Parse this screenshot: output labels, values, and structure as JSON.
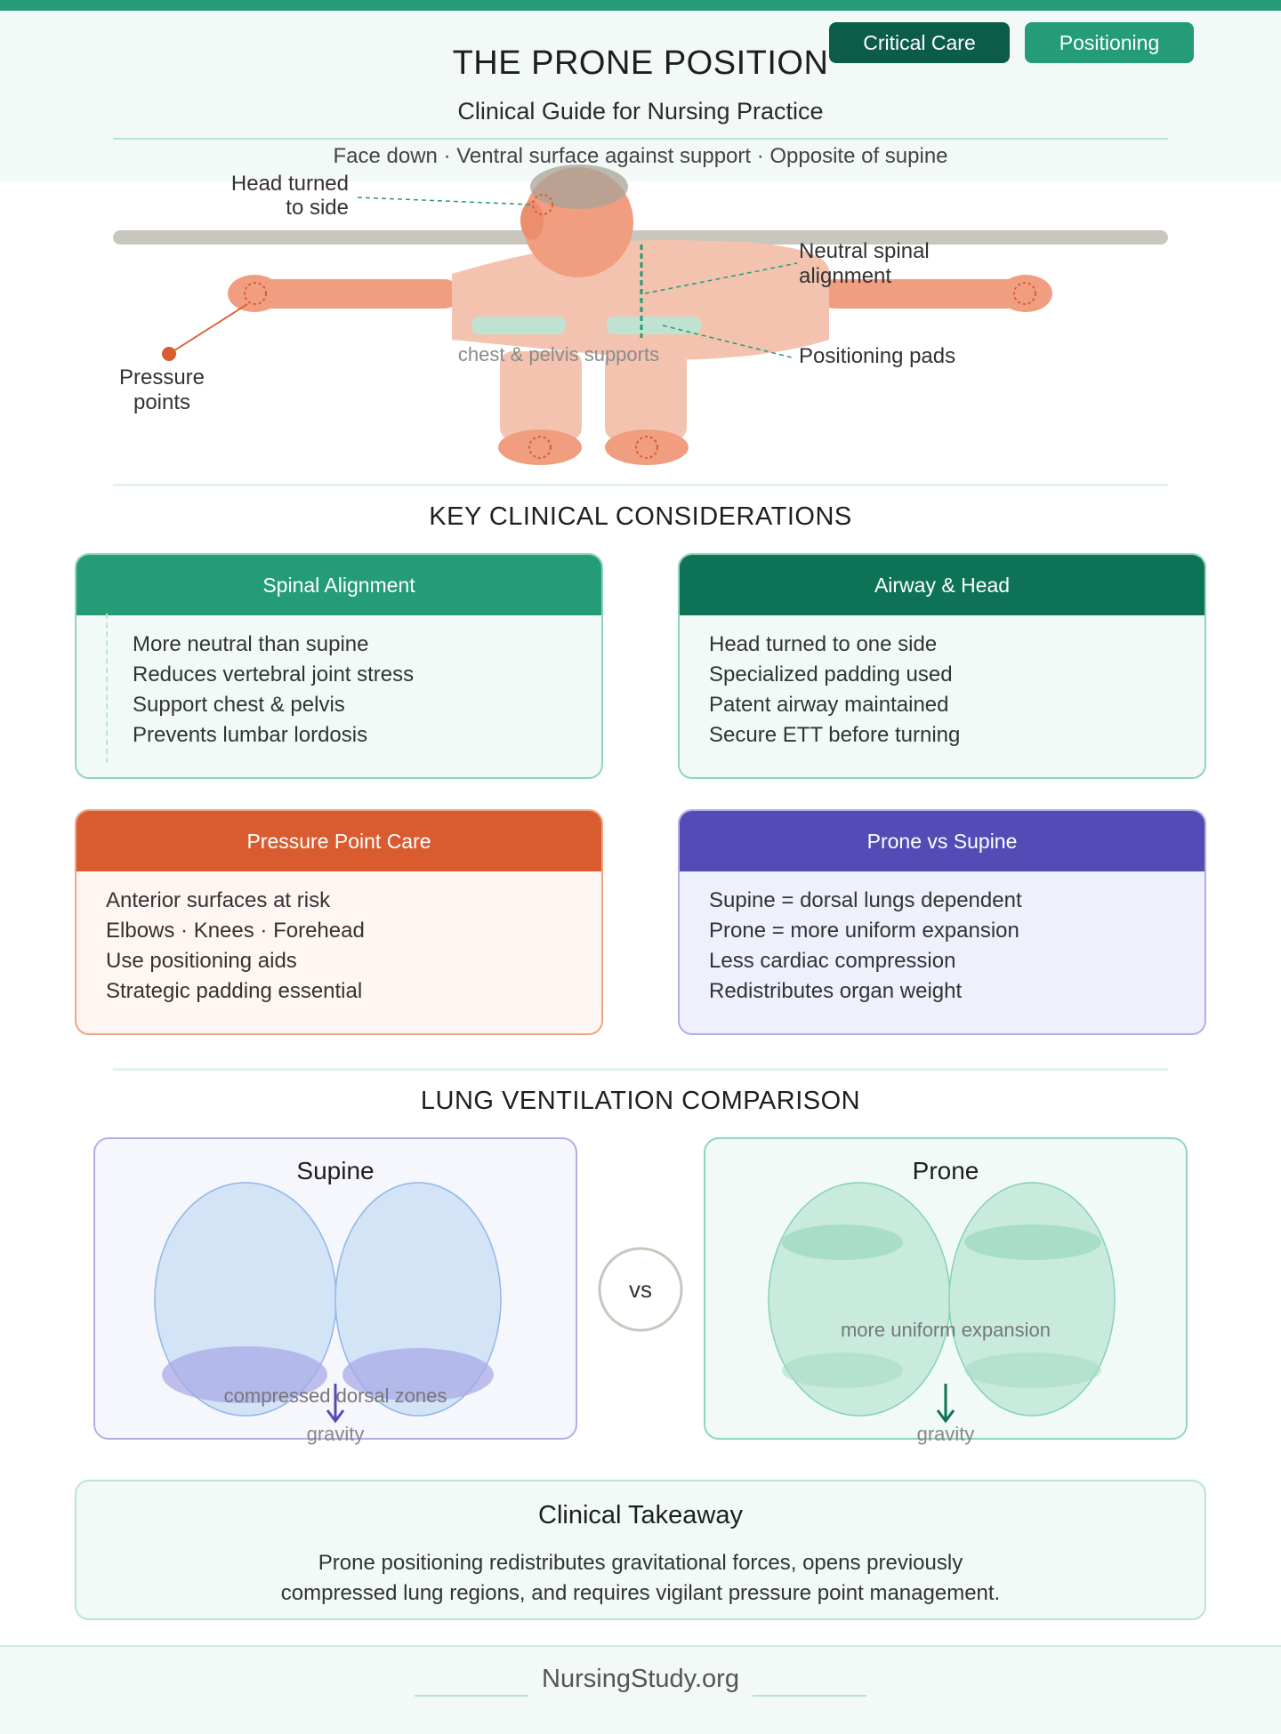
{
  "header": {
    "tags": [
      "Critical Care",
      "Positioning"
    ],
    "title": "THE PRONE POSITION",
    "subtitle": "Clinical Guide for Nursing Practice",
    "tagline": "Face down · Ventral surface against support · Opposite of supine"
  },
  "figure": {
    "labels": {
      "head_line1": "Head turned",
      "head_line2": "to side",
      "spine_line1": "Neutral spinal",
      "spine_line2": "alignment",
      "pads": "Positioning pads",
      "pressure_line1": "Pressure",
      "pressure_line2": "points",
      "supports": "chest & pelvis supports"
    },
    "colors": {
      "skin": "#f4c3b0",
      "limb": "#f09e7f",
      "pressure": "#d95c30",
      "pad": "#bfe3d0",
      "surface": "#c8c6bd",
      "guide": "#239c77"
    }
  },
  "considerations": {
    "title": "KEY CLINICAL CONSIDERATIONS",
    "cards": [
      {
        "title": "Spinal Alignment",
        "items": [
          "More neutral than supine",
          "Reduces vertebral joint stress",
          "Support chest & pelvis",
          "Prevents lumbar lordosis"
        ]
      },
      {
        "title": "Airway & Head",
        "items": [
          "Head turned to one side",
          "Specialized padding used",
          "Patent airway maintained",
          "Secure ETT before turning"
        ]
      },
      {
        "title": "Pressure Point Care",
        "items": [
          "Anterior surfaces at risk",
          "Elbows · Knees · Forehead",
          "Use positioning aids",
          "Strategic padding essential"
        ]
      },
      {
        "title": "Prone vs Supine",
        "items": [
          "Supine = dorsal lungs dependent",
          "Prone = more uniform expansion",
          "Less cardiac compression",
          "Redistributes organ weight"
        ]
      }
    ]
  },
  "lungs": {
    "title": "LUNG VENTILATION COMPARISON",
    "supine": {
      "title": "Supine",
      "note": "compressed dorsal zones",
      "gravity": "gravity",
      "color": "#544bb7"
    },
    "vs": "vs",
    "prone": {
      "title": "Prone",
      "note": "more uniform expansion",
      "gravity": "gravity",
      "color": "#0e7257"
    }
  },
  "takeaway": {
    "title": "Clinical Takeaway",
    "line1": "Prone positioning redistributes gravitational forces, opens previously",
    "line2": "compressed lung regions, and requires vigilant pressure point management."
  },
  "footer": {
    "site": "NursingStudy.org"
  }
}
